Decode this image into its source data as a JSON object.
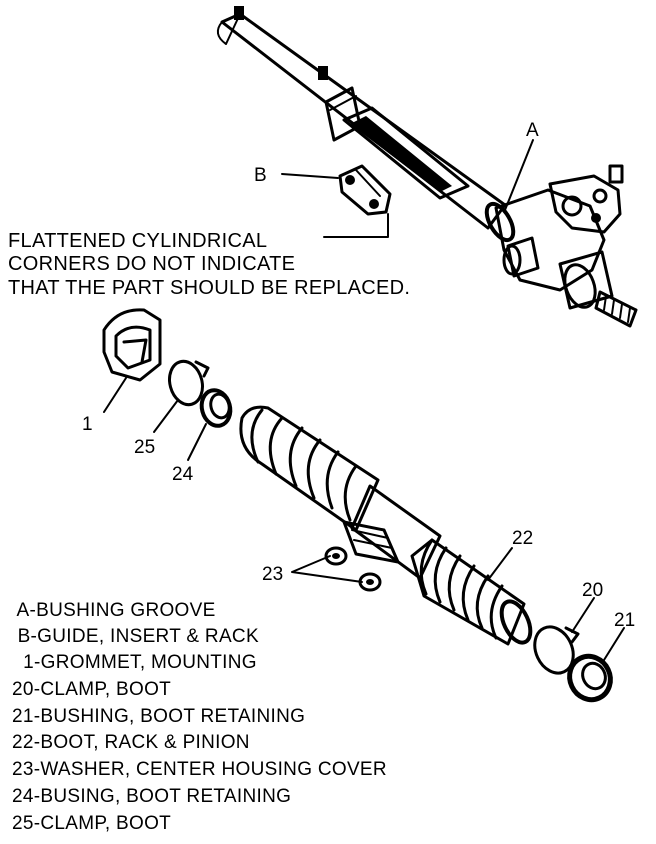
{
  "callouts": {
    "A": "A",
    "B": "B",
    "c1": "1",
    "c20": "20",
    "c21": "21",
    "c22": "22",
    "c23": "23",
    "c24": "24",
    "c25": "25"
  },
  "note": {
    "line1": "FLATTENED CYLINDRICAL",
    "line2": "CORNERS DO NOT INDICATE",
    "line3": "THAT THE PART SHOULD BE REPLACED."
  },
  "legend": [
    " A-BUSHING GROOVE",
    " B-GUIDE, INSERT & RACK",
    "  1-GROMMET, MOUNTING",
    "20-CLAMP, BOOT",
    "21-BUSHING, BOOT RETAINING",
    "22-BOOT, RACK & PINION",
    "23-WASHER, CENTER HOUSING COVER",
    "24-BUSING, BOOT RETAINING",
    "25-CLAMP, BOOT"
  ]
}
